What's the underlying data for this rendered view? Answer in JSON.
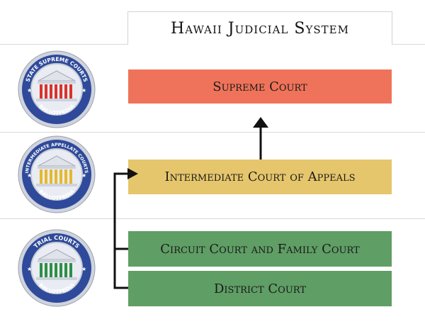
{
  "title": "Hawaii Judicial System",
  "courts": {
    "supreme": "Supreme Court",
    "appeals": "Intermediate Court of Appeals",
    "circuit": "Circuit Court and Family Court",
    "district": "District Court"
  },
  "badges": {
    "supreme": {
      "top": "STATE SUPREME COURTS",
      "bottom": "BALLOTPEDIA"
    },
    "appellate": {
      "top": "INTERMEDIATE APPELLATE COURTS",
      "bottom": "BALLOTPEDIA"
    },
    "trial": {
      "top": "TRIAL COURTS",
      "bottom": "BALLOTPEDIA"
    }
  },
  "colors": {
    "supreme": "#ef735a",
    "appeals": "#e6c66c",
    "trial": "#5f9e65",
    "badge_ring": "#2f4a9a",
    "badge_supreme_columns": "#d9332e",
    "badge_appellate_columns": "#e5b92e",
    "badge_trial_columns": "#2f8f46"
  }
}
